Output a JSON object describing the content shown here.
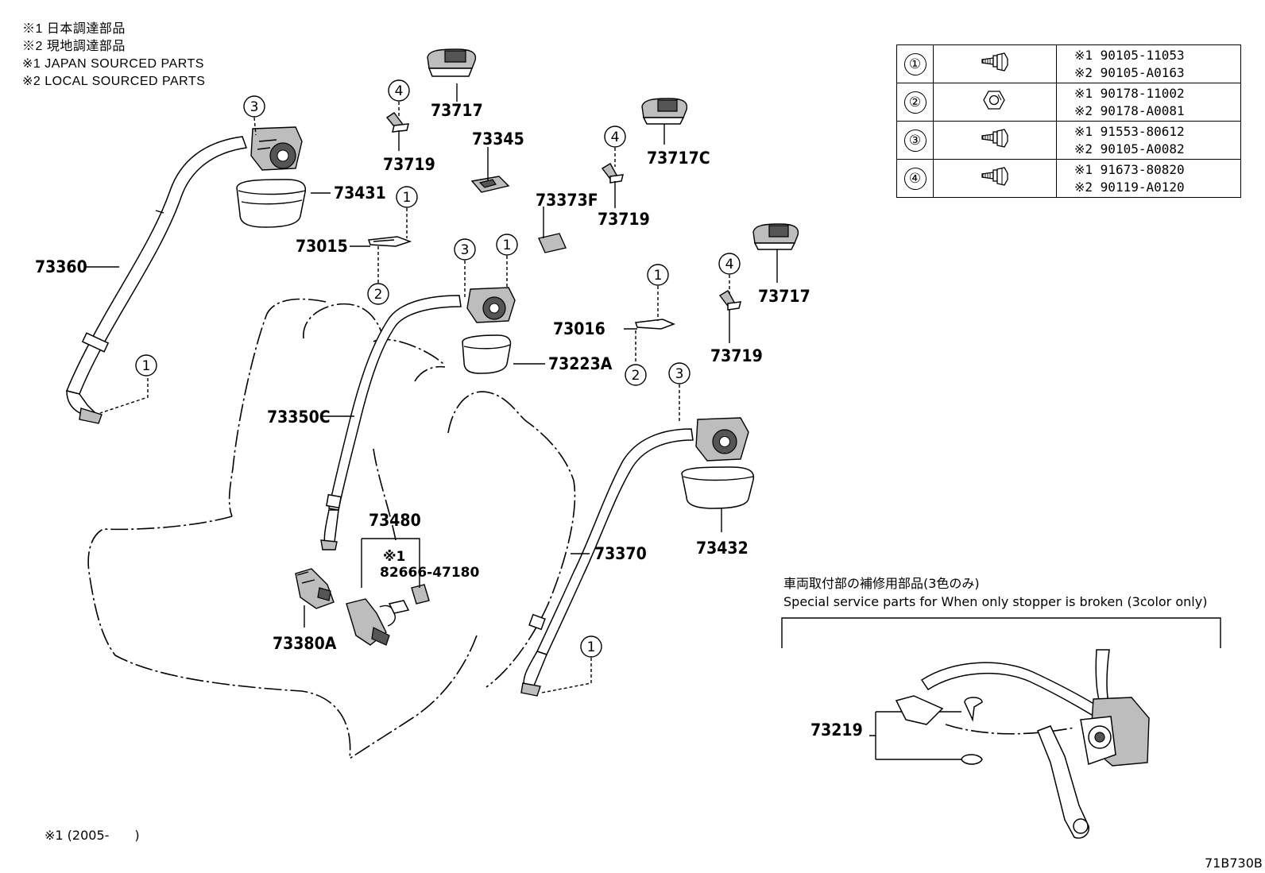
{
  "notes": {
    "line1": "※1 日本調達部品",
    "line2": "※2 現地調達部品",
    "line3": "※1 JAPAN SOURCED PARTS",
    "line4": "※2 LOCAL SOURCED PARTS"
  },
  "hardware_table": [
    {
      "ref": "①",
      "icon": "bolt-icon",
      "p1": "※1 90105-11053",
      "p2": "※2 90105-A0163"
    },
    {
      "ref": "②",
      "icon": "nut-icon",
      "p1": "※1 90178-11002",
      "p2": "※2 90178-A0081"
    },
    {
      "ref": "③",
      "icon": "bolt-icon",
      "p1": "※1 91553-80612",
      "p2": "※2 90105-A0082"
    },
    {
      "ref": "④",
      "icon": "bolt-icon",
      "p1": "※1 91673-80820",
      "p2": "※2 90119-A0120"
    }
  ],
  "part_labels": {
    "p73717_a": "73717",
    "p73719_a": "73719",
    "p73345": "73345",
    "p73717c": "73717C",
    "p73719_b": "73719",
    "p73373f": "73373F",
    "p73431": "73431",
    "p73015": "73015",
    "p73360": "73360",
    "p73717_b": "73717",
    "p73016": "73016",
    "p73719_c": "73719",
    "p73223a": "73223A",
    "p73350c": "73350C",
    "p73480": "73480",
    "p82666_note": "※1",
    "p82666": "82666-47180",
    "p73380a": "73380A",
    "p73370": "73370",
    "p73432": "73432",
    "p73219": "73219"
  },
  "circle_refs": {
    "one": "1",
    "two": "2",
    "three": "3",
    "four": "4"
  },
  "service_box": {
    "title_jp": "車両取付部の補修用部品(3色のみ)",
    "title_en": "Special service parts for When only stopper is broken (3color only)"
  },
  "footer": {
    "date_note": "※1 (2005-　　)",
    "diagram_code": "71B730B"
  }
}
